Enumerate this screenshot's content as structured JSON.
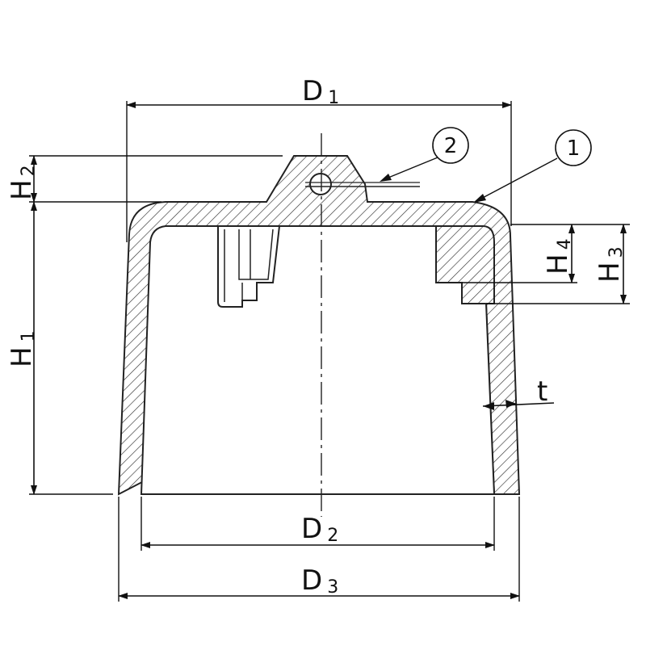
{
  "dimensions": {
    "d1": {
      "letter": "D",
      "sub": "1"
    },
    "d2": {
      "letter": "D",
      "sub": "2"
    },
    "d3": {
      "letter": "D",
      "sub": "3"
    },
    "h1": {
      "letter": "H",
      "sub": "1"
    },
    "h2": {
      "letter": "H",
      "sub": "2"
    },
    "h3": {
      "letter": "H",
      "sub": "3"
    },
    "h4": {
      "letter": "H",
      "sub": "4"
    },
    "t": "t"
  },
  "balloons": [
    {
      "number": "1"
    },
    {
      "number": "2"
    }
  ]
}
